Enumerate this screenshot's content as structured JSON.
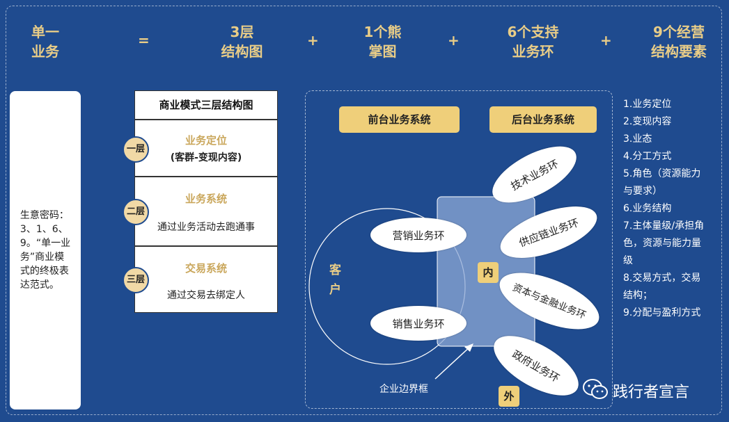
{
  "formula": {
    "single": "单一\n业务",
    "eq": "=",
    "layers": "3层\n结构图",
    "plus1": "+",
    "paw": "1个熊\n掌图",
    "plus2": "+",
    "rings": "6个支持\n业务环",
    "plus3": "+",
    "elements": "9个经营\n结构要素"
  },
  "left_box": "生意密码：\n3、1、6、\n9。“单一业\n务”商业模\n式的终极表\n达范式。",
  "table": {
    "header": "商业模式三层结构图",
    "rows": [
      {
        "badge": "一层",
        "title": "业务定位",
        "sub": "(客群-变现内容)"
      },
      {
        "badge": "二层",
        "title": "业务系统",
        "sub": "通过业务活动去跑通事"
      },
      {
        "badge": "三层",
        "title": "交易系统",
        "sub": "通过交易去绑定人"
      }
    ]
  },
  "diagram": {
    "front_system": "前台业务系统",
    "back_system": "后台业务系统",
    "customer": "客\n户",
    "marketing": "营销业务环",
    "sales": "销售业务环",
    "tech": "技术业务环",
    "supply": "供应链业务环",
    "capital": "资本与金融业务环",
    "gov": "政府业务环",
    "inner": "内",
    "outer": "外",
    "boundary": "企业边界框"
  },
  "elements_list": [
    "1.业务定位",
    "2.变现内容",
    "3.业态",
    "4.分工方式",
    "5.角色（资源能力\n与要求）",
    "6.业务结构",
    "7.主体量级/承担角\n色，资源与能力量\n级",
    "8.交易方式，交易\n结构；",
    "9.分配与盈利方式"
  ],
  "watermark": "践行者宣言",
  "colors": {
    "background": "#1f4b8f",
    "gold": "#efcf7a",
    "gold_text": "#caa75c"
  }
}
